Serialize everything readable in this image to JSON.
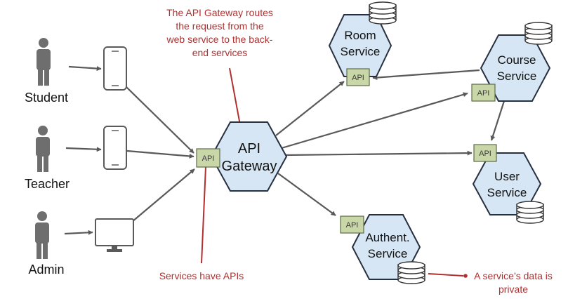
{
  "actors": [
    {
      "label": "Student"
    },
    {
      "label": "Teacher"
    },
    {
      "label": "Admin"
    }
  ],
  "gateway": {
    "line1": "API",
    "line2": "Gateway",
    "api_label": "API"
  },
  "services": {
    "room": {
      "line1": "Room",
      "line2": "Service",
      "api_label": "API"
    },
    "course": {
      "line1": "Course",
      "line2": "Service",
      "api_label": "API"
    },
    "user": {
      "line1": "User",
      "line2": "Service",
      "api_label": "API"
    },
    "auth": {
      "line1": "Authent.",
      "line2": "Service",
      "api_label": "API"
    }
  },
  "notes": {
    "gateway_routes": [
      "The API Gateway routes",
      "the request from the",
      "web service to the back-",
      "end services"
    ],
    "services_have_apis": "Services have APIs",
    "data_private": [
      "A service’s data is",
      "private"
    ]
  },
  "colors": {
    "hex_fill": "#d6e6f5",
    "api_fill": "#c9d7a8",
    "note_red": "#b03030",
    "arrow_gray": "#595959"
  }
}
